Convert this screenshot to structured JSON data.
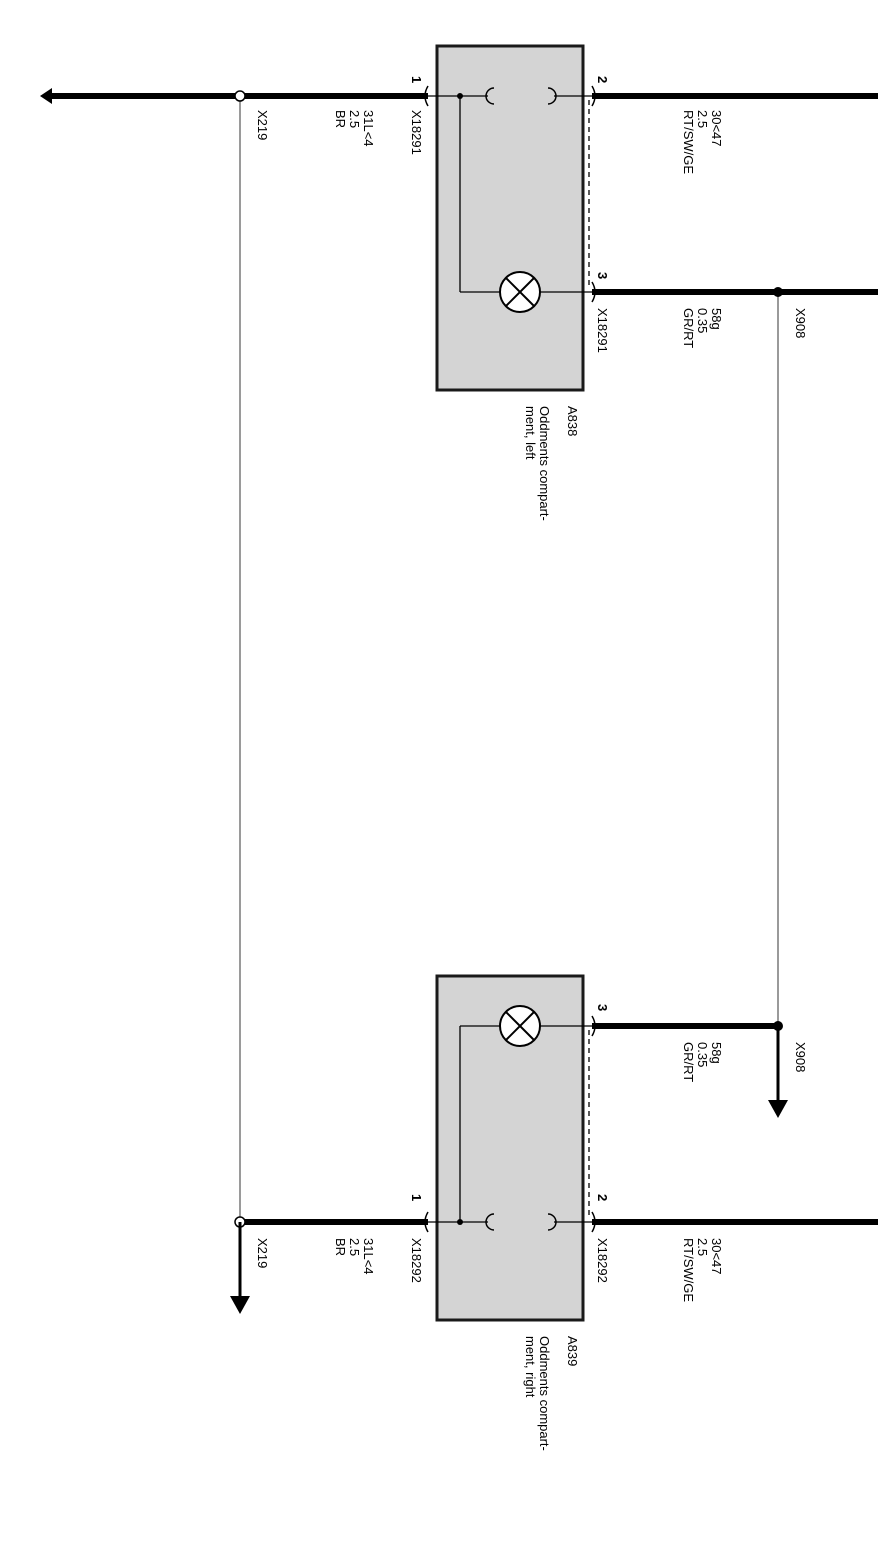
{
  "colors": {
    "wire": "#000000",
    "thin_wire": "#9a9a9a",
    "component_fill": "#d4d4d4",
    "component_border": "#1a1a1a"
  },
  "left_component": {
    "id": "A838",
    "name_line1": "Oddments compart-",
    "name_line2": "ment, left",
    "pin1": "1",
    "pin2": "2",
    "pin3": "3",
    "connector_top": "X18291",
    "connector_bottom": "X18291",
    "wire1": {
      "signal": "31L<4",
      "size": "2.5",
      "color": "BR"
    },
    "wire2": {
      "signal": "30<47",
      "size": "2.5",
      "color": "RT/SW/GE"
    },
    "wire3": {
      "signal": "58g",
      "size": "0.35",
      "color": "GR/RT"
    }
  },
  "right_component": {
    "id": "A839",
    "name_line1": "Oddments compart-",
    "name_line2": "ment, right",
    "pin1": "1",
    "pin2": "2",
    "pin3": "3",
    "connector_top": "X18292",
    "connector_bottom": "X18292",
    "wire1": {
      "signal": "31L<4",
      "size": "2.5",
      "color": "BR"
    },
    "wire2": {
      "signal": "30<47",
      "size": "2.5",
      "color": "RT/SW/GE"
    },
    "wire3": {
      "signal": "58g",
      "size": "0.35",
      "color": "GR/RT"
    }
  },
  "splices": {
    "ground_top": "X219",
    "ground_bottom": "X219",
    "lamp_top": "X908",
    "lamp_bottom": "X908"
  }
}
